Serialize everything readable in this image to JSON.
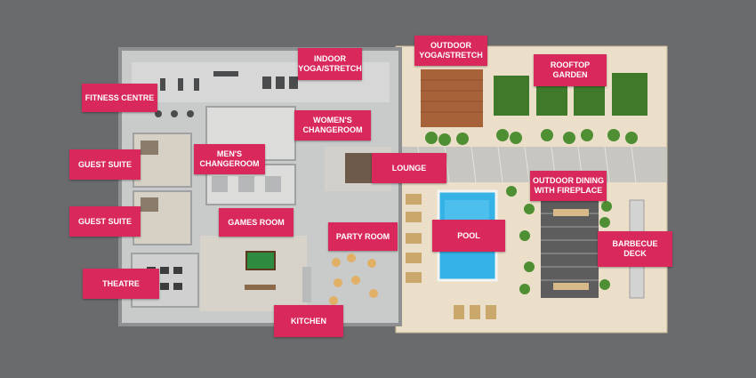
{
  "map": {
    "colors": {
      "background": "#6a6b6d",
      "label": "#d8285c",
      "building_floor": "#c9cbca",
      "terrace": "#ecdfc9",
      "pool_water": "#36b3e6",
      "garden": "#3f7a2b",
      "yoga_deck": "#a8623a"
    },
    "labels": {
      "fitness": "FITNESS CENTRE",
      "indoor_yoga": "INDOOR\nYOGA/STRETCH",
      "outdoor_yoga": "OUTDOOR\nYOGA/STRETCH",
      "rooftop_garden": "ROOFTOP\nGARDEN",
      "womens": "WOMEN'S\nCHANGEROOM",
      "mens": "MEN'S\nCHANGEROOM",
      "lounge": "LOUNGE",
      "guest1": "GUEST SUITE",
      "guest2": "GUEST SUITE",
      "games": "GAMES ROOM",
      "party": "PARTY ROOM",
      "pool": "POOL",
      "dining": "OUTDOOR DINING\nWITH FIREPLACE",
      "bbq": "BARBECUE\nDECK",
      "theatre": "THEATRE",
      "kitchen": "KITCHEN"
    }
  }
}
